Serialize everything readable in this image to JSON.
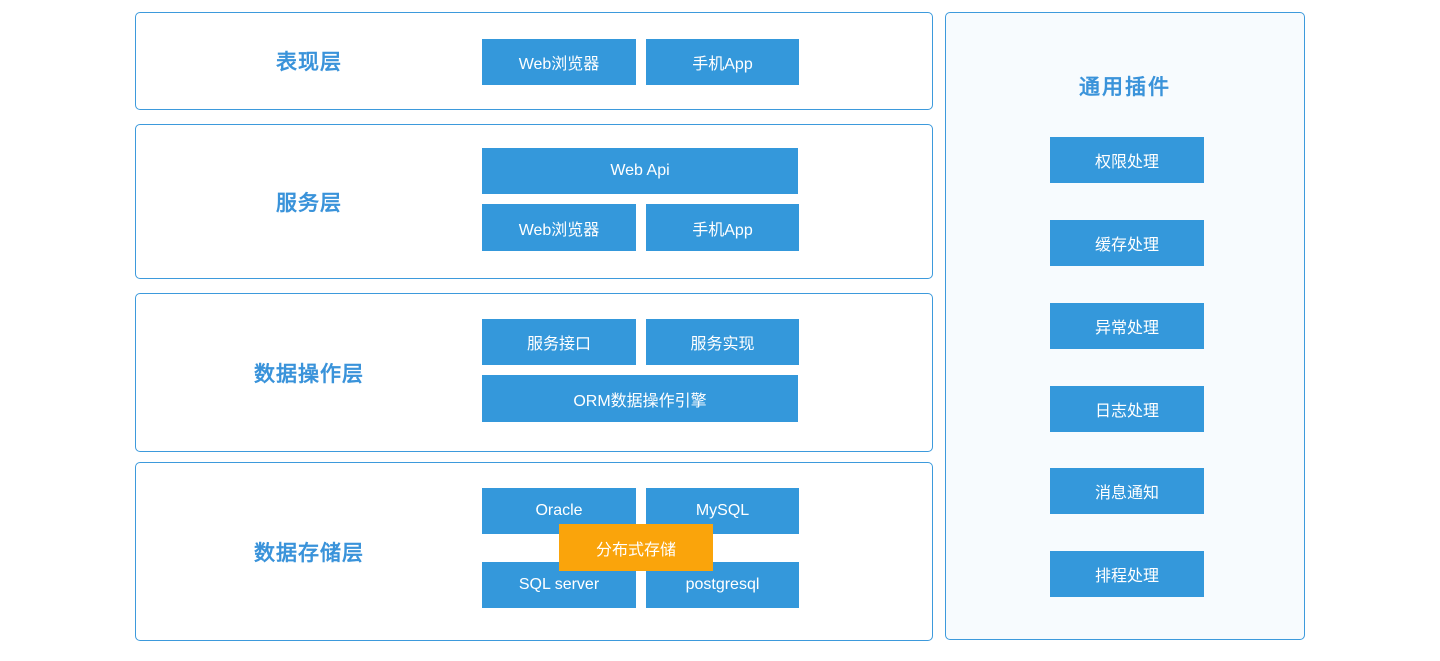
{
  "colors": {
    "primary_blue": "#3498db",
    "border_blue": "#3d9adc",
    "title_blue": "#3a93da",
    "accent_orange": "#faa40b",
    "panel_bg": "#f7fbfe",
    "page_bg": "#ffffff"
  },
  "layers": [
    {
      "title": "表现层",
      "buttons": [
        "Web浏览器",
        "手机App"
      ]
    },
    {
      "title": "服务层",
      "wide": "Web Api",
      "buttons": [
        "Web浏览器",
        "手机App"
      ]
    },
    {
      "title": "数据操作层",
      "buttons": [
        "服务接口",
        "服务实现"
      ],
      "wide": "ORM数据操作引擎"
    },
    {
      "title": "数据存储层",
      "buttons": [
        "Oracle",
        "MySQL",
        "SQL server",
        "postgresql"
      ],
      "overlay": "分布式存储"
    }
  ],
  "plugins": {
    "title": "通用插件",
    "items": [
      "权限处理",
      "缓存处理",
      "异常处理",
      "日志处理",
      "消息通知",
      "排程处理"
    ]
  }
}
